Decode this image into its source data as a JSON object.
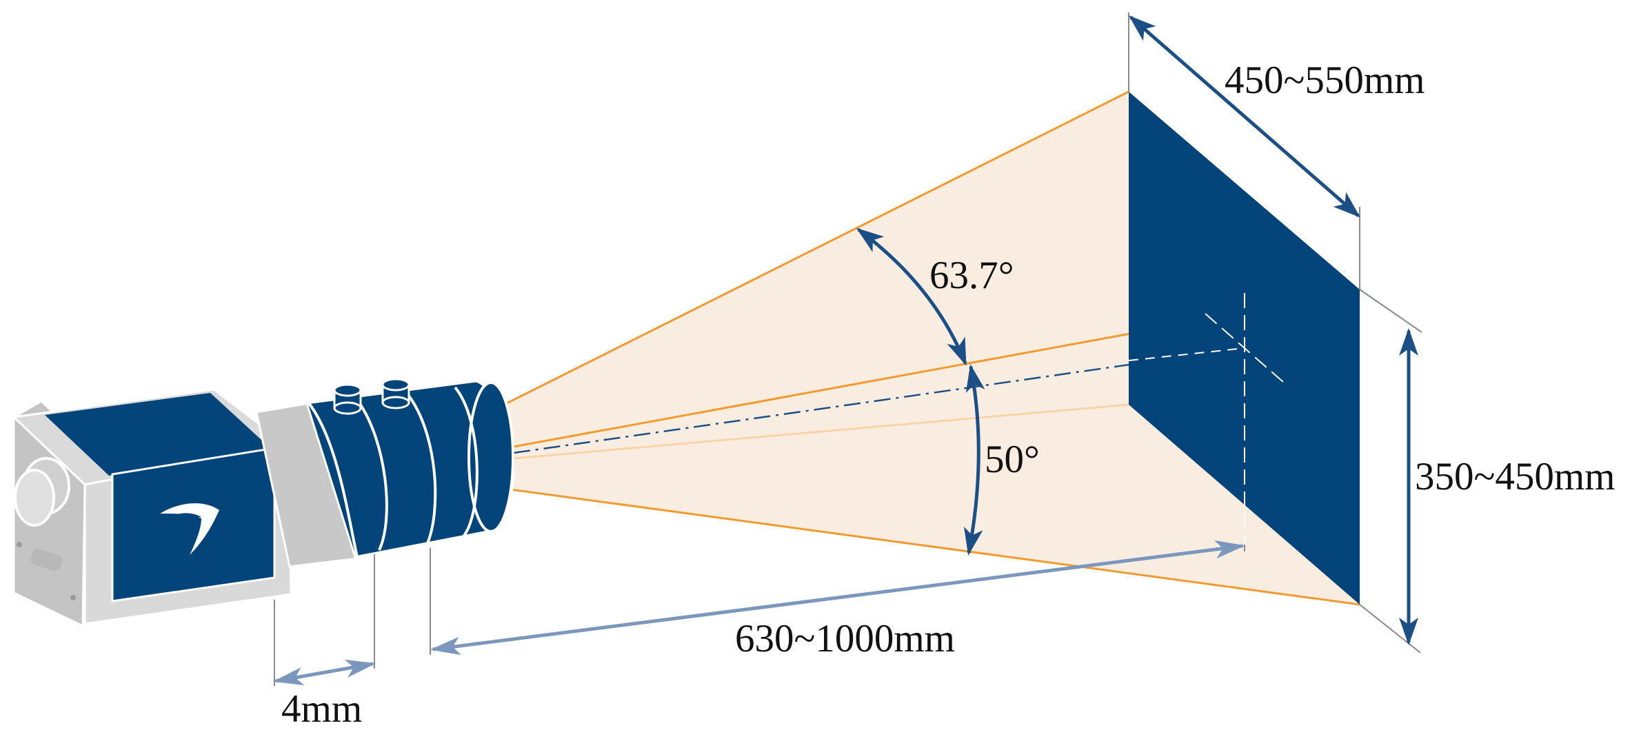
{
  "labels": {
    "width": "450~550mm",
    "height": "350~450mm",
    "angle_h": "63.7°",
    "angle_v": "50°",
    "distance": "630~1000mm",
    "offset": "4mm"
  },
  "colors": {
    "navy": "#03457A",
    "navy_arrow": "#1C4F86",
    "orange": "#F39A2E",
    "orange_faint": "#FAD3A6",
    "fov_fill": "#F9EDE2",
    "gray_body": "#D6D6D6",
    "gray_side": "#C4C4C4",
    "gray_arrow": "#7B97BD",
    "ext_line": "#8A8A8A"
  },
  "icons": {
    "camera": "industrial-camera-icon",
    "logo": "swoosh-logo-icon"
  }
}
